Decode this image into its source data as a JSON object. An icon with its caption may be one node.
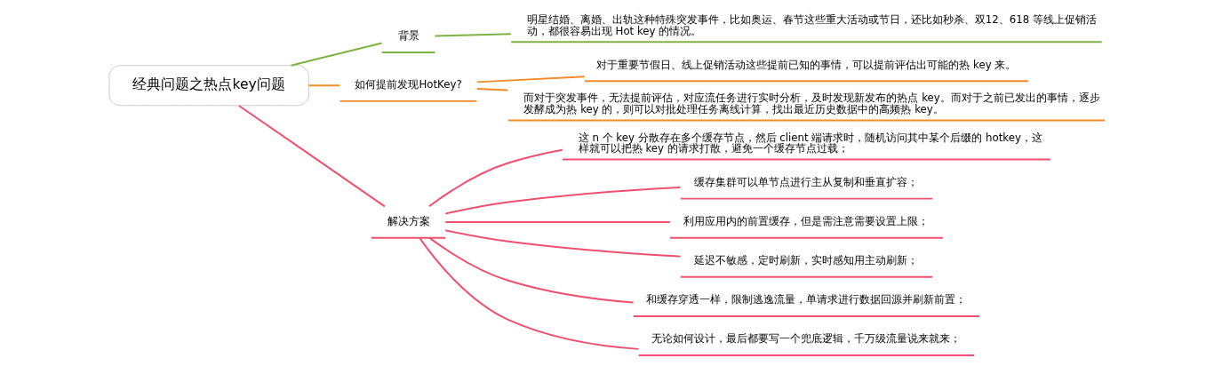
{
  "diagram": {
    "nodes": [
      {
        "text": [
          "经典问题之热点key问题"
        ]
      },
      {
        "text": [
          "背景"
        ]
      },
      {
        "text": [
          "明星结婚、离婚、出轨这种特殊突发事件，比如奥运、春节这些重大活动或节日，还比如秒杀、双12、618 等线上促销活动，都很容易出现 Hot key 的情况。"
        ]
      },
      {
        "text": [
          "如何提前发现HotKey?"
        ]
      },
      {
        "text": [
          "对于重要节假日、线上促销活动这些提前已知的事情，可以提前评估出可能的热 key 来。"
        ]
      },
      {
        "text": [
          "而对于突发事件，无法提前评估，对应流任务进行实时分析，及时发现新发布的热点 key。而对于之前已发出的事情，逐步发酵成为热 key 的，则可以对批处理任务离线计算，找出最近历史数据中的高频热 key。"
        ]
      },
      {
        "text": [
          "解决方案"
        ]
      },
      {
        "text": [
          "这 n 个 key 分散存在多个缓存节点，然后 client 端请求时，随机访问其中某个后缀的 hotkey，这样就可以把热 key 的请求打散，避免一个缓存节点过载；"
        ]
      },
      {
        "text": [
          "缓存集群可以单节点进行主从复制和垂直扩容；"
        ]
      },
      {
        "text": [
          "利用应用内的前置缓存，但是需注意需要设置上限；"
        ]
      },
      {
        "text": [
          "延迟不敏感，定时刷新，实时感知用主动刷新；"
        ]
      },
      {
        "text": [
          "和缓存穿透一样，限制逃逸流量，单请求进行数据回源并刷新前置；"
        ]
      },
      {
        "text": [
          "无论如何设计，最后都要写一个兜底逻辑，千万级流量说来就来；"
        ]
      }
    ],
    "edges": [
      {
        "from": 0,
        "to": 1,
        "arrow": "none",
        "color": "#7cb342"
      },
      {
        "from": 1,
        "to": 2,
        "arrow": "none",
        "color": "#7cb342"
      },
      {
        "from": 0,
        "to": 3,
        "arrow": "none",
        "color": "#f28c28"
      },
      {
        "from": 3,
        "to": 4,
        "arrow": "none",
        "color": "#f28c28"
      },
      {
        "from": 3,
        "to": 5,
        "arrow": "none",
        "color": "#f28c28"
      },
      {
        "from": 0,
        "to": 6,
        "arrow": "none"
      },
      {
        "from": 6,
        "to": 7,
        "arrow": "none"
      },
      {
        "from": 6,
        "to": 8,
        "arrow": "none"
      },
      {
        "from": 6,
        "to": 9,
        "arrow": "none"
      },
      {
        "from": 6,
        "to": 10,
        "arrow": "none"
      },
      {
        "from": 6,
        "to": 11,
        "arrow": "none"
      },
      {
        "from": 6,
        "to": 12,
        "arrow": "none"
      }
    ]
  }
}
